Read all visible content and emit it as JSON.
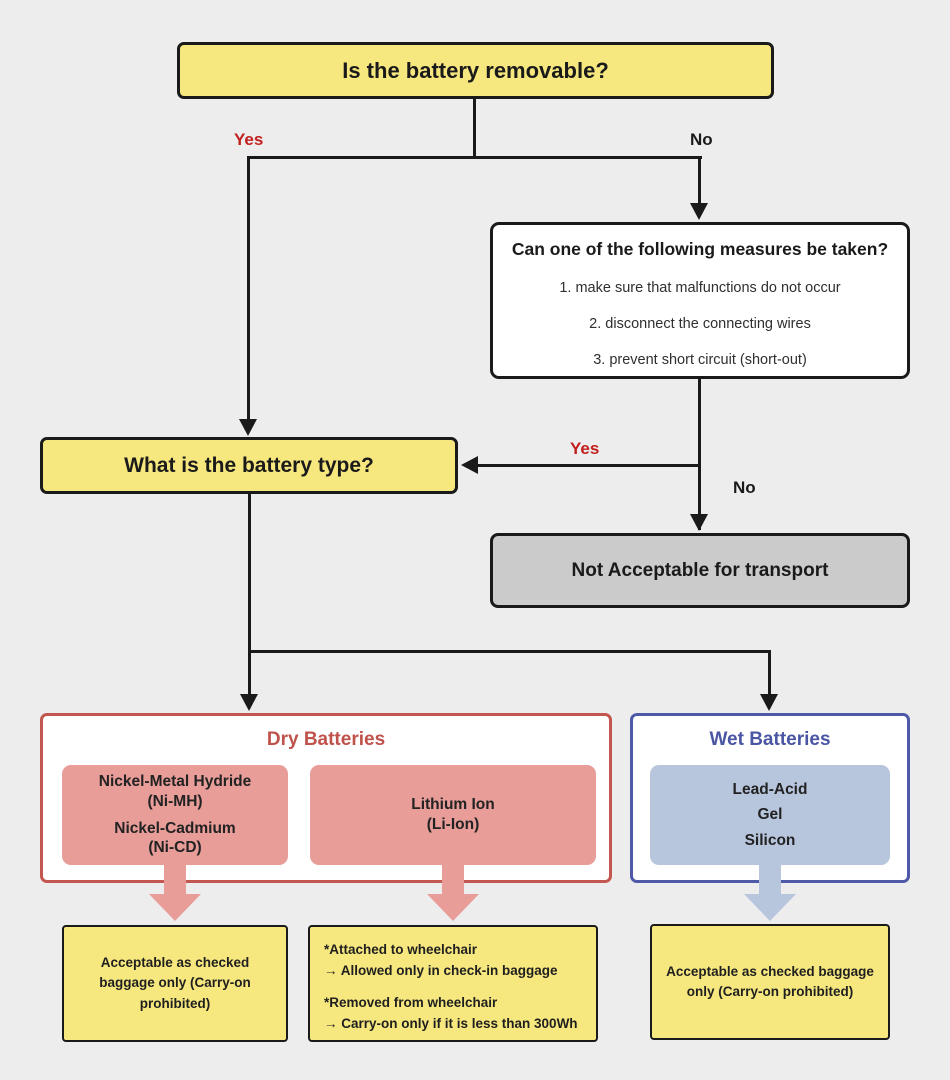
{
  "colors": {
    "background": "#EDEDED",
    "question_yellow": "#F6E77E",
    "not_acceptable_gray": "#CBCBCB",
    "dry_pink_fill": "#E89D99",
    "dry_red_accent": "#C0524C",
    "wet_blue_fill": "#B8C6DD",
    "wet_blue_accent": "#4A55A3",
    "yes_label_red": "#C0201E",
    "connector_black": "#1A1A1A"
  },
  "flow": {
    "q_removable": "Is the battery removable?",
    "branch1": {
      "yes": "Yes",
      "no": "No"
    },
    "measures": {
      "title": "Can one of the following measures be taken?",
      "items": [
        "1. make sure that malfunctions do not occur",
        "2. disconnect the connecting wires",
        "3. prevent short circuit (short-out)"
      ]
    },
    "branch2": {
      "yes": "Yes",
      "no": "No"
    },
    "q_type": "What is the battery type?",
    "not_acceptable": "Not Acceptable for transport",
    "dry": {
      "title": "Dry Batteries",
      "nickel_lines": [
        "Nickel-Metal Hydride",
        "(Ni-MH)",
        "Nickel-Cadmium",
        "(Ni-CD)"
      ],
      "lithium_lines": [
        "Lithium Ion",
        "(Li-Ion)"
      ]
    },
    "wet": {
      "title": "Wet Batteries",
      "types": [
        "Lead-Acid",
        "Gel",
        "Silicon"
      ]
    },
    "outcomes": {
      "dry_nickel": "Acceptable as checked baggage only (Carry-on prohibited)",
      "lithium": {
        "p1_line1": "*Attached to wheelchair",
        "p1_line2": "→ Allowed only in check-in baggage",
        "p2_line1": "*Removed from wheelchair",
        "p2_line2": "→ Carry-on only if it is less than 300Wh"
      },
      "wet": "Acceptable as checked baggage only (Carry-on prohibited)"
    }
  }
}
